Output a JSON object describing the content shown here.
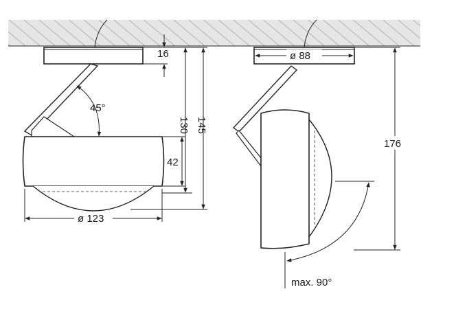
{
  "dimensions": {
    "canopy_height": "16",
    "height_to_body_top": "130",
    "total_height_side": "145",
    "body_height": "42",
    "body_diameter": "ø 123",
    "canopy_diameter": "ø 88",
    "total_height_rotated": "176"
  },
  "angles": {
    "tilt": "45°",
    "rotation": "max. 90°"
  },
  "colors": {
    "line": "#222222",
    "hatch": "#9a9a9a",
    "ceiling_fill": "#e6e6e6"
  }
}
